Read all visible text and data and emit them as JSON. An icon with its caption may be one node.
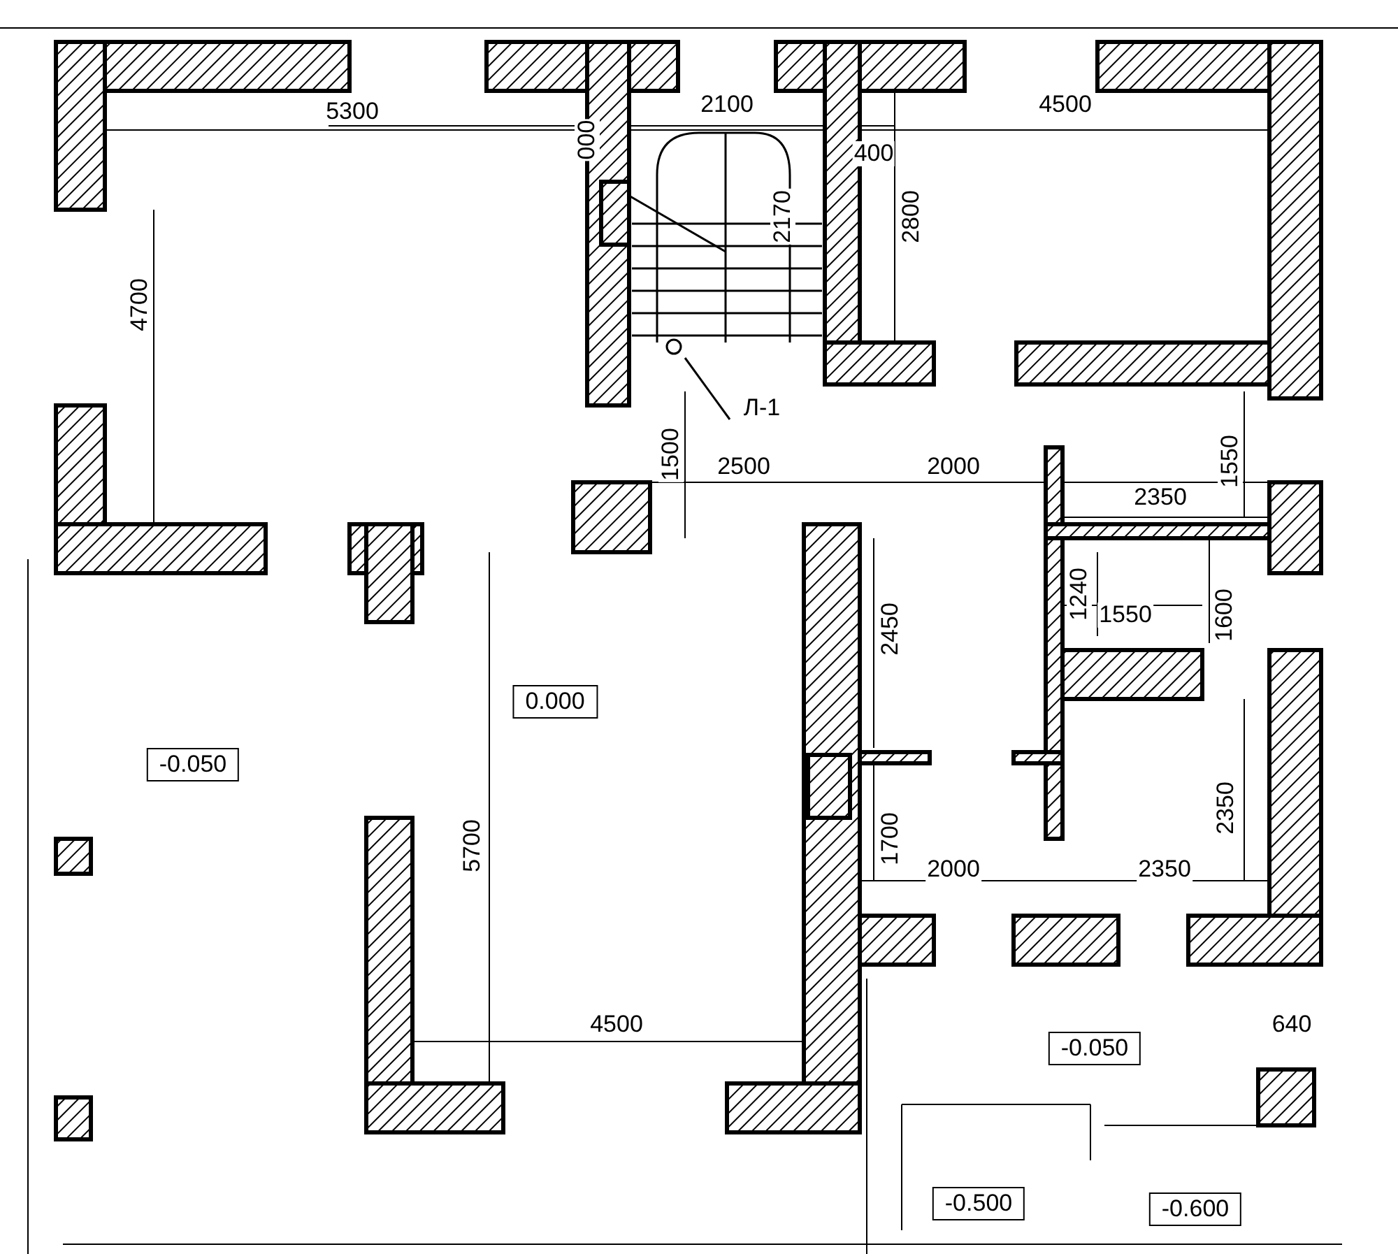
{
  "diagram": {
    "nodes": [
      {
        "text": [
          "Л-1"
        ]
      },
      {
        "text": [],
        "shape": "picture"
      }
    ],
    "edges": [
      {
        "from": 0,
        "to": 1,
        "arrow": "none"
      }
    ],
    "labels": [
      "5300",
      "000",
      "2100",
      "400",
      "4500",
      "2170",
      "2800",
      "4700",
      "1500",
      "2500",
      "2000",
      "1550",
      "2350",
      "2450",
      "1240",
      "1550",
      "1600",
      "0.000",
      "-0.050",
      "5700",
      "1700",
      "2000",
      "2350",
      "2350",
      "4500",
      "-0.050",
      "640",
      "-0.500",
      "-0.600"
    ]
  }
}
